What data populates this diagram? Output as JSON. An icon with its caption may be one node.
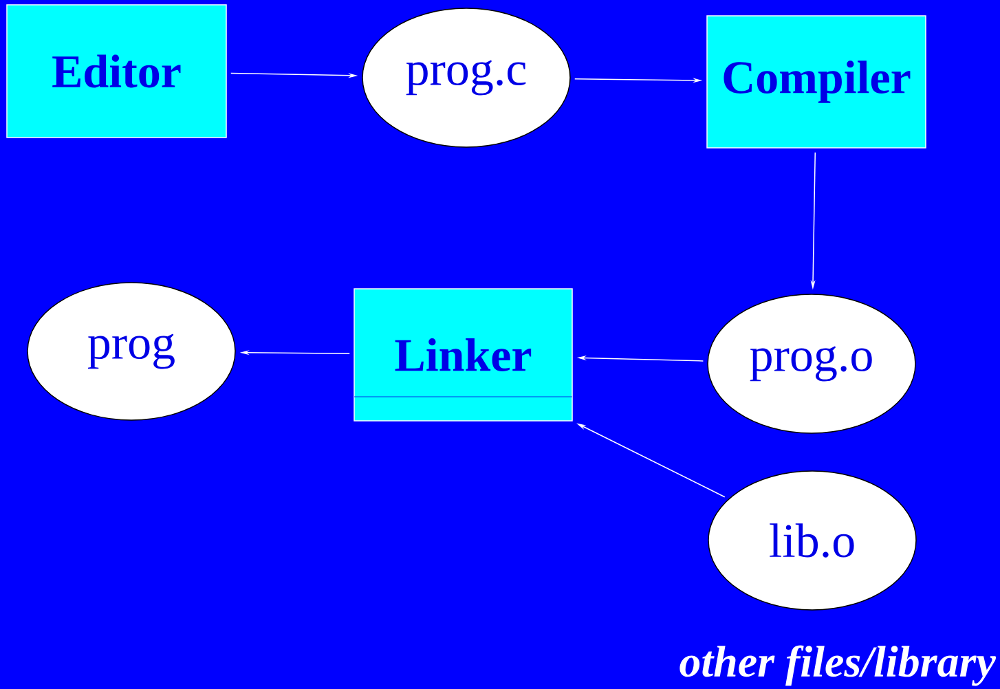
{
  "diagram": {
    "nodes": [
      {
        "text": [
          "Editor"
        ]
      },
      {
        "text": [
          "prog.c"
        ]
      },
      {
        "text": [
          "Compiler"
        ]
      },
      {
        "text": [
          "prog.o"
        ]
      },
      {
        "text": [
          "Linker"
        ]
      },
      {
        "text": [
          "prog"
        ]
      },
      {
        "text": [
          "lib.o"
        ],
        "beside": [
          "other files/library"
        ]
      }
    ],
    "edges": [
      {
        "from": 0,
        "to": 1,
        "arrow": "to"
      },
      {
        "from": 1,
        "to": 2,
        "arrow": "to"
      },
      {
        "from": 2,
        "to": 3,
        "arrow": "to"
      },
      {
        "from": 3,
        "to": 4,
        "arrow": "to"
      },
      {
        "from": 4,
        "to": 5,
        "arrow": "to"
      },
      {
        "from": 6,
        "to": 4,
        "arrow": "to"
      }
    ]
  }
}
